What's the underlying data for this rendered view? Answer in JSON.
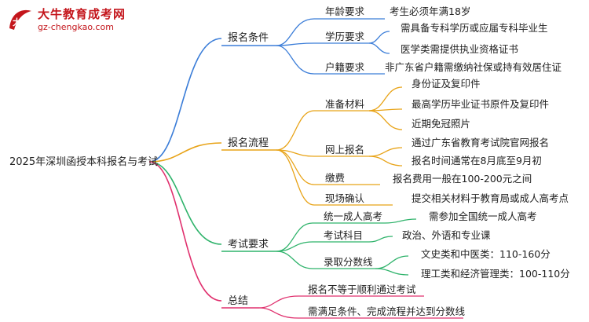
{
  "logo": {
    "title": "大牛教育成考网",
    "url": "gz-chengkao.com",
    "mark_text": "大牛",
    "color": "#c4161c"
  },
  "root": "2025年深圳函授本科报名与考试",
  "branches": {
    "registration_conditions": {
      "label": "报名条件",
      "color": "#3b7dd8",
      "items": {
        "age": {
          "label": "年龄要求",
          "details": [
            "考生必须年满18岁"
          ]
        },
        "education": {
          "label": "学历要求",
          "details": [
            "需具备专科学历或应届专科毕业生",
            "医学类需提供执业资格证书"
          ]
        },
        "hukou": {
          "label": "户籍要求",
          "details": [
            "非广东省户籍需缴纳社保或持有效居住证"
          ]
        }
      }
    },
    "registration_process": {
      "label": "报名流程",
      "color": "#e8a317",
      "items": {
        "materials": {
          "label": "准备材料",
          "details": [
            "身份证及复印件",
            "最高学历毕业证书原件及复印件",
            "近期免冠照片"
          ]
        },
        "online": {
          "label": "网上报名",
          "details": [
            "通过广东省教育考试院官网报名",
            "报名时间通常在8月底至9月初"
          ]
        },
        "fee": {
          "label": "缴费",
          "details": [
            "报名费用一般在100-200元之间"
          ]
        },
        "onsite": {
          "label": "现场确认",
          "details": [
            "提交相关材料于教育局或成人高考点"
          ]
        }
      }
    },
    "exam_requirements": {
      "label": "考试要求",
      "color": "#2fb36b",
      "items": {
        "unified": {
          "label": "统一成人高考",
          "details": [
            "需参加全国统一成人高考"
          ]
        },
        "subjects": {
          "label": "考试科目",
          "details": [
            "政治、外语和专业课"
          ]
        },
        "scores": {
          "label": "录取分数线",
          "details": [
            "文史类和中医类：110-160分",
            "理工类和经济管理类：100-110分"
          ]
        }
      }
    },
    "summary": {
      "label": "总结",
      "color": "#e0306e",
      "details": [
        "报名不等于顺利通过考试",
        "需满足条件、完成流程并达到分数线"
      ]
    }
  }
}
